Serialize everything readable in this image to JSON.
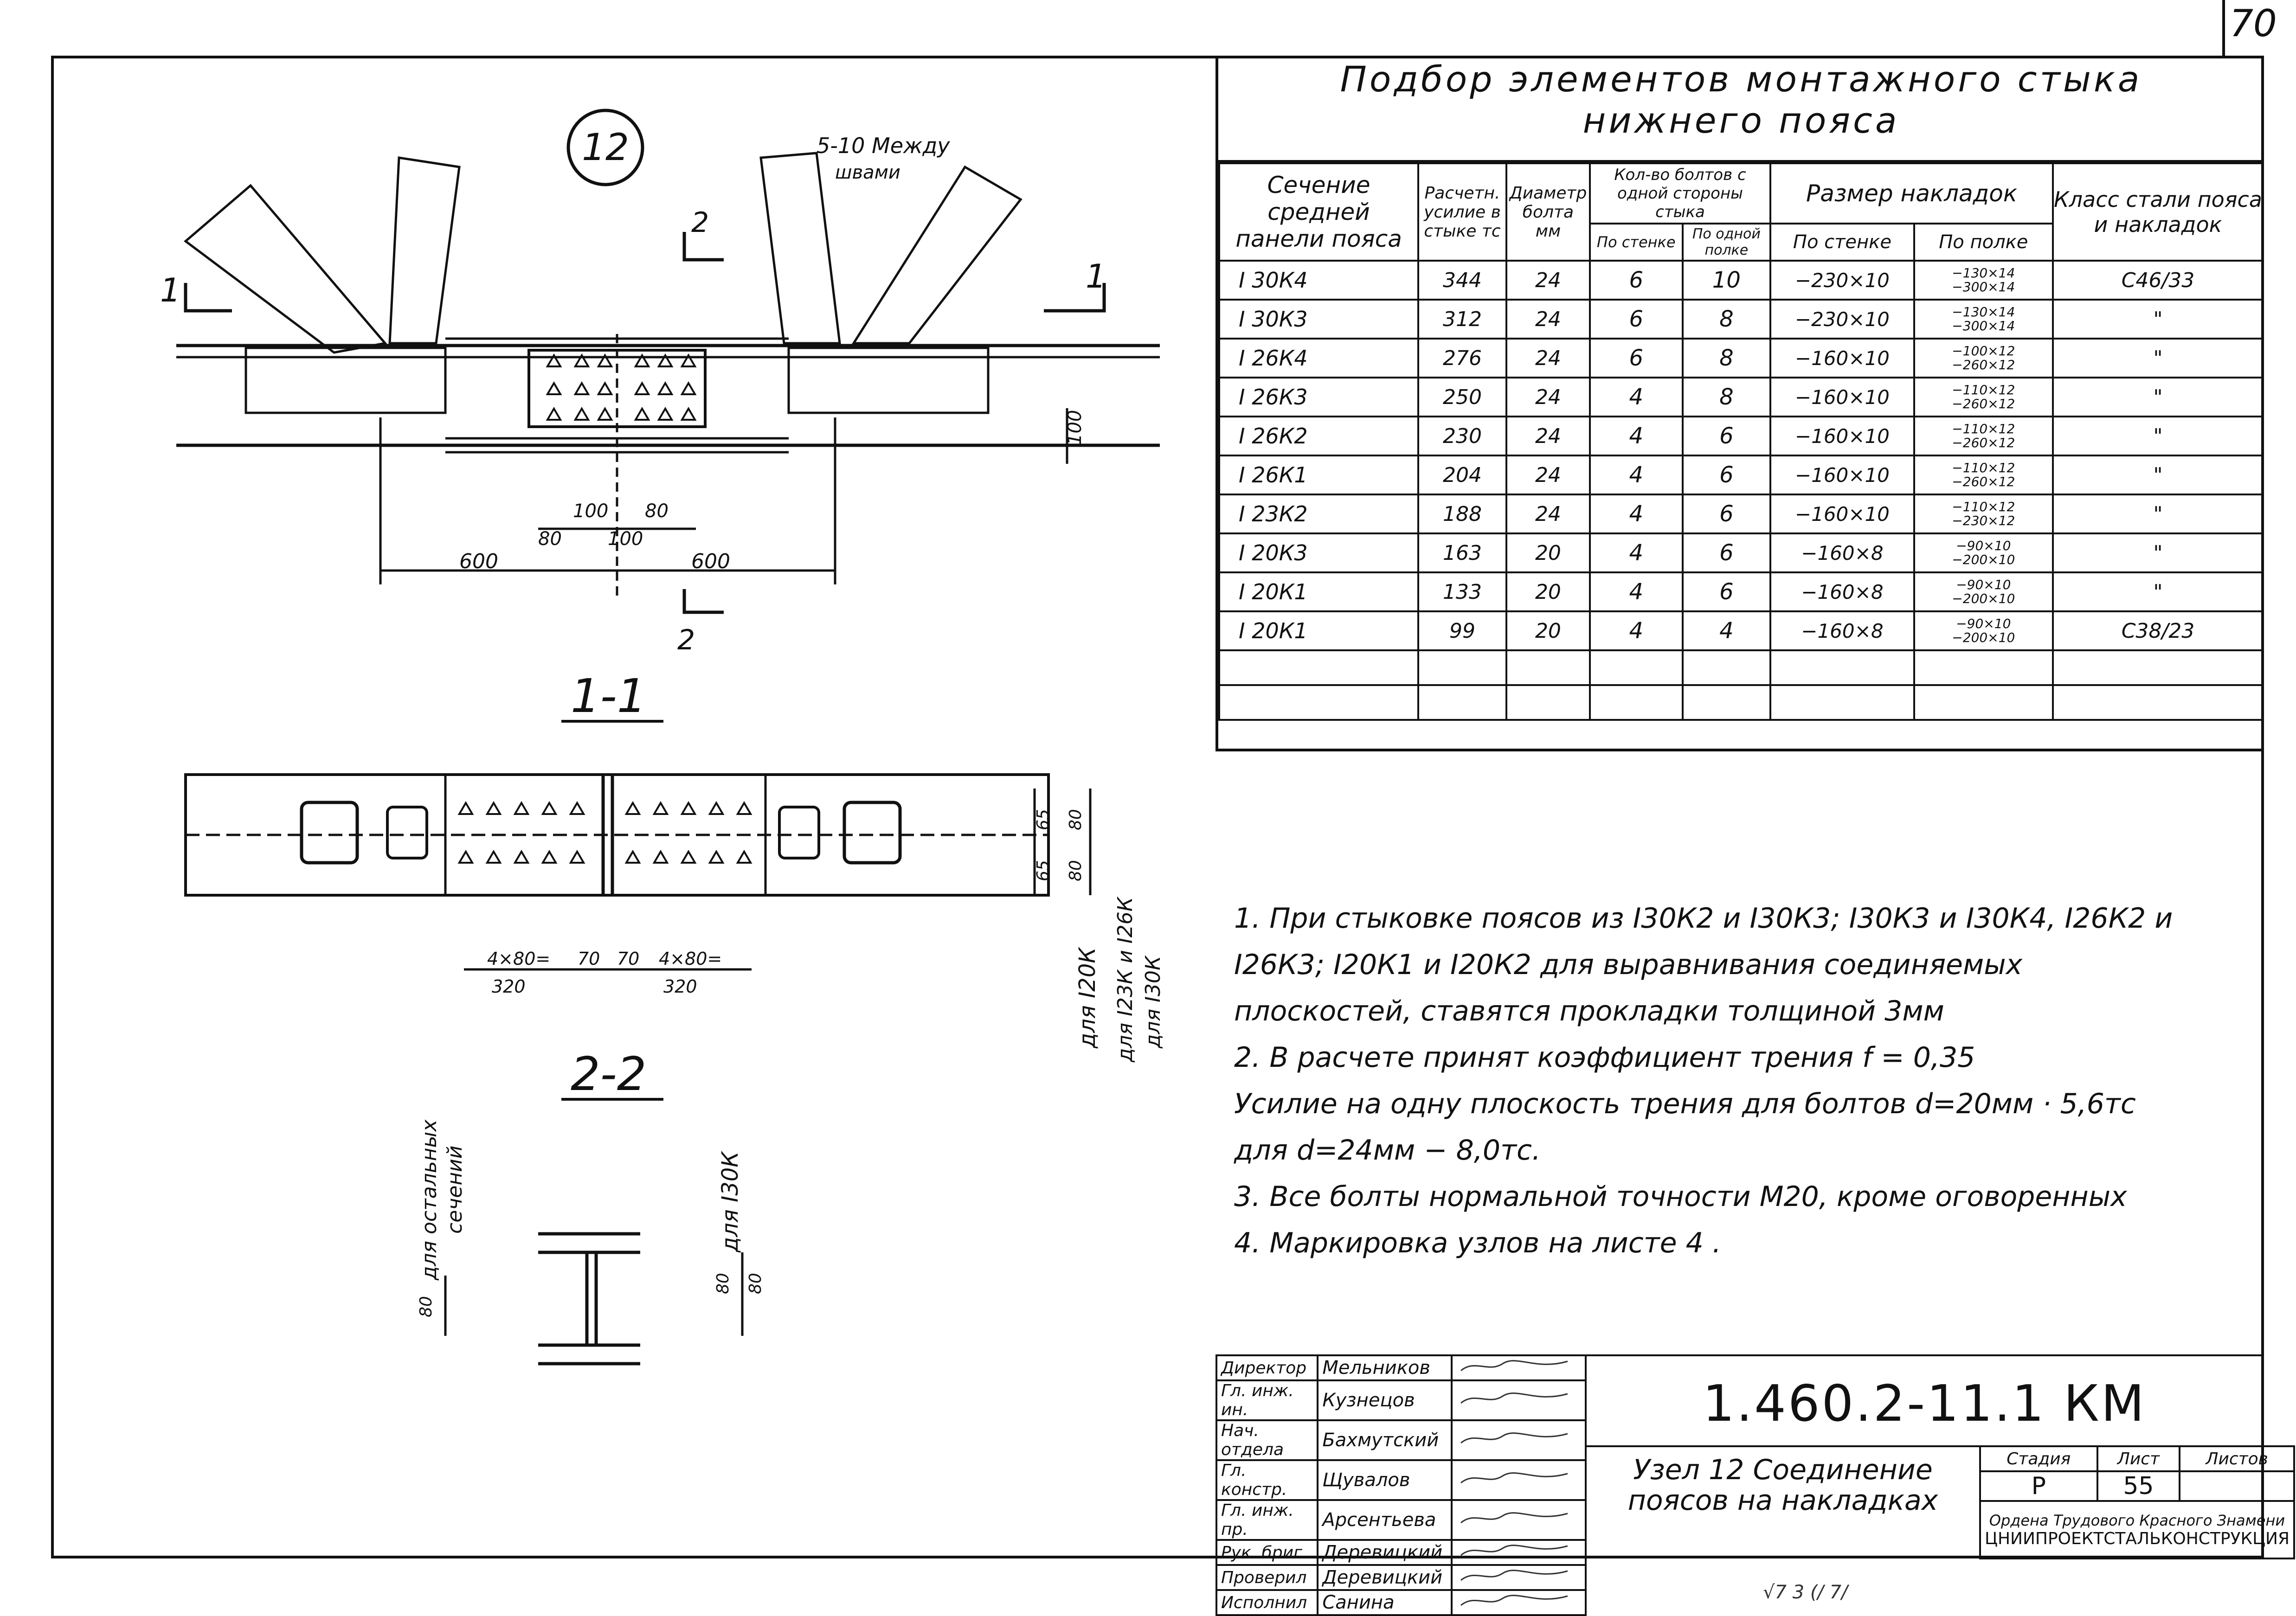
{
  "sheet_corner_number": "70",
  "node_number": "12",
  "drawing": {
    "weld_note_line1": "5-10 Между",
    "weld_note_line2": "швами",
    "cut_mark_1": "1",
    "cut_mark_2": "2",
    "dim_600_left": "600",
    "dim_600_right": "600",
    "dim_100_a": "100",
    "dim_80_a": "80",
    "dim_80_b": "80",
    "dim_100_b": "100",
    "dim_100_side": "100",
    "section_1_title": "1-1",
    "section_2_title": "2-2",
    "s11_dim_left": "4×80=",
    "s11_dim_left_total": "320",
    "s11_dim_70a": "70",
    "s11_dim_70b": "70",
    "s11_dim_right": "4×80=",
    "s11_dim_right_total": "320",
    "s11_dim_65a": "65",
    "s11_dim_65b": "65",
    "s11_dim_80a": "80",
    "s11_dim_80b": "80",
    "s11_label_1": "для I20К",
    "s11_label_2": "для I23К и I26К",
    "s11_label_3": "для I30К",
    "s22_label_left_1": "для остальных",
    "s22_label_left_2": "сечений",
    "s22_label_right": "для I30К",
    "s22_dim_left": "80",
    "s22_dim_right_a": "80",
    "s22_dim_right_b": "80"
  },
  "table": {
    "title_line1": "Подбор элементов монтажного стыка",
    "title_line2": "нижнего пояса",
    "headers": {
      "section": "Сечение средней панели пояса",
      "force": "Расчетн. усилие в стыке тс",
      "diameter": "Диаметр болта мм",
      "bolt_count": "Кол-во болтов с одной стороны стыка",
      "bolts_web": "По стенке",
      "bolts_flange": "По одной полке",
      "plate_size": "Размер накладок",
      "plate_web": "По стенке",
      "plate_flange": "По полке",
      "steel_class": "Класс стали пояса и накладок"
    },
    "rows": [
      {
        "section": "I 30К4",
        "force": "344",
        "dia": "24",
        "web": "6",
        "flange": "10",
        "plate_web": "−230×10",
        "pf1": "−130×14",
        "pf2": "−300×14",
        "steel": "С46/33"
      },
      {
        "section": "I 30К3",
        "force": "312",
        "dia": "24",
        "web": "6",
        "flange": "8",
        "plate_web": "−230×10",
        "pf1": "−130×14",
        "pf2": "−300×14",
        "steel": "\""
      },
      {
        "section": "I 26К4",
        "force": "276",
        "dia": "24",
        "web": "6",
        "flange": "8",
        "plate_web": "−160×10",
        "pf1": "−100×12",
        "pf2": "−260×12",
        "steel": "\""
      },
      {
        "section": "I 26К3",
        "force": "250",
        "dia": "24",
        "web": "4",
        "flange": "8",
        "plate_web": "−160×10",
        "pf1": "−110×12",
        "pf2": "−260×12",
        "steel": "\""
      },
      {
        "section": "I 26К2",
        "force": "230",
        "dia": "24",
        "web": "4",
        "flange": "6",
        "plate_web": "−160×10",
        "pf1": "−110×12",
        "pf2": "−260×12",
        "steel": "\""
      },
      {
        "section": "I 26К1",
        "force": "204",
        "dia": "24",
        "web": "4",
        "flange": "6",
        "plate_web": "−160×10",
        "pf1": "−110×12",
        "pf2": "−260×12",
        "steel": "\""
      },
      {
        "section": "I 23К2",
        "force": "188",
        "dia": "24",
        "web": "4",
        "flange": "6",
        "plate_web": "−160×10",
        "pf1": "−110×12",
        "pf2": "−230×12",
        "steel": "\""
      },
      {
        "section": "I 20К3",
        "force": "163",
        "dia": "20",
        "web": "4",
        "flange": "6",
        "plate_web": "−160×8",
        "pf1": "−90×10",
        "pf2": "−200×10",
        "steel": "\""
      },
      {
        "section": "I 20К1",
        "force": "133",
        "dia": "20",
        "web": "4",
        "flange": "6",
        "plate_web": "−160×8",
        "pf1": "−90×10",
        "pf2": "−200×10",
        "steel": "\""
      },
      {
        "section": "I 20К1",
        "force": "99",
        "dia": "20",
        "web": "4",
        "flange": "4",
        "plate_web": "−160×8",
        "pf1": "−90×10",
        "pf2": "−200×10",
        "steel": "С38/23"
      }
    ]
  },
  "notes": [
    "1. При стыковке поясов из I30К2 и I30К3; I30К3 и I30К4, I26К2 и I26К3; I20К1 и I20К2 для выравнивания соединяемых плоскостей, ставятся прокладки толщиной 3мм",
    "2. В расчете принят коэффициент трения f = 0,35",
    "Усилие на одну плоскость трения для болтов d=20мм · 5,6тс",
    "для d=24мм − 8,0тс.",
    "3. Все болты нормальной точности М20, кроме оговоренных",
    "4. Маркировка узлов на листе 4 ."
  ],
  "stamp": {
    "roles": [
      {
        "role": "Директор",
        "name": "Мельников"
      },
      {
        "role": "Гл. инж. ин.",
        "name": "Кузнецов"
      },
      {
        "role": "Нач. отдела",
        "name": "Бахмутский"
      },
      {
        "role": "Гл. констр.",
        "name": "Щувалов"
      },
      {
        "role": "Гл. инж. пр.",
        "name": "Арсентьева"
      },
      {
        "role": "Рук. бриг.",
        "name": "Деревицкий"
      },
      {
        "role": "Проверил",
        "name": "Деревицкий"
      },
      {
        "role": "Исполнил",
        "name": "Санина"
      }
    ],
    "doc_code": "1.460.2-11.1 КМ",
    "title": "Узел 12 Соединение поясов на накладках",
    "stage_label": "Стадия",
    "sheet_label": "Лист",
    "sheets_label": "Листов",
    "stage": "Р",
    "sheet": "55",
    "org_line1": "Ордена Трудового Красного Знамени",
    "org_line2": "ЦНИИПРОЕКТСТАЛЬКОНСТРУКЦИЯ"
  },
  "bottom_fragment": "√7 3 (/ 7/"
}
